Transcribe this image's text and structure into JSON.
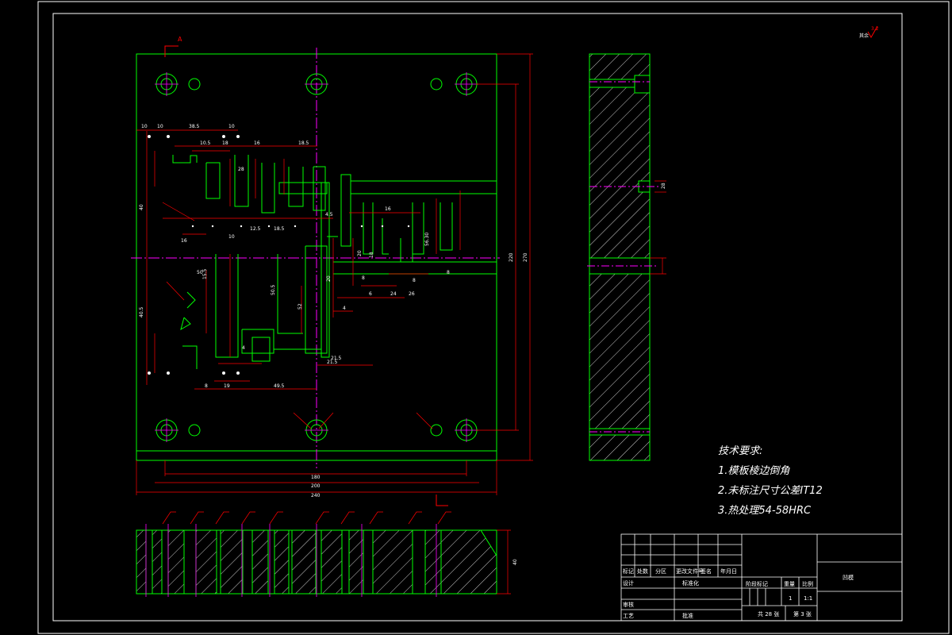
{
  "section_mark": "A",
  "roughness_note": "其余",
  "roughness_value": "3.2",
  "dimensions": {
    "width_inner": "180",
    "width_mid": "200",
    "width_outer": "240",
    "height_inner": "220",
    "height_outer": "270",
    "side_thickness": "40",
    "labels": [
      "10",
      "10",
      "38.5",
      "10",
      "10.5",
      "18",
      "16",
      "18.5",
      "28",
      "40",
      "4.5",
      "12.5",
      "18.5",
      "10",
      "15.5",
      "16",
      "16",
      "21.5",
      "20",
      "52",
      "50.5",
      "19",
      "49.5",
      "8",
      "56.30",
      "8",
      "20",
      "6",
      "24",
      "26",
      "50",
      "4",
      "8",
      "21.5",
      "18",
      "40.5",
      "4",
      "8"
    ]
  },
  "technical_requirements": {
    "title": "技术要求:",
    "items": [
      "1.模板棱边倒角",
      "2.未标注尺寸公差IT12",
      "3.热处理54-58HRC"
    ]
  },
  "title_block": {
    "part_name": "凹模",
    "headers": [
      "标记",
      "处数",
      "分区",
      "更改文件号",
      "签名",
      "年月日"
    ],
    "design": "设计",
    "standardization": "标准化",
    "review": "审核",
    "process": "工艺",
    "approve": "批准",
    "stage_mark": "阶段标记",
    "weight": "重量",
    "scale": "比例",
    "quantity": "1",
    "scale_value": "1:1",
    "sheets_total": "共 28 张",
    "sheet_no": "第 3 张"
  },
  "colors": {
    "frame": "#ffffff",
    "outline": "#00ff00",
    "dimension": "#ff0000",
    "centerline": "#ff00ff",
    "hatch": "#ffffff",
    "text": "#ffffff"
  }
}
